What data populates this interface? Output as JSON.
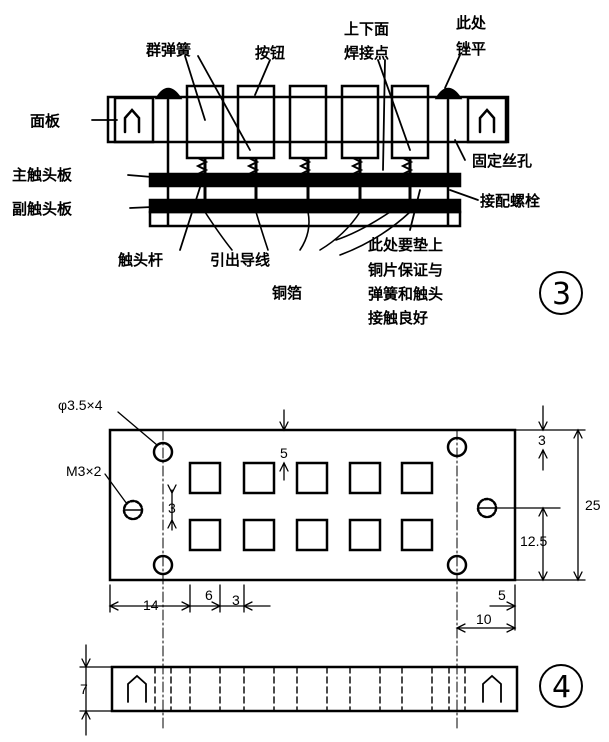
{
  "figure3": {
    "number": "3",
    "labels": {
      "panel": "面板",
      "group_springs": "群弹簧",
      "button": "按钮",
      "weld_top_bottom_line1": "上下面",
      "weld_top_bottom_line2": "焊接点",
      "file_flat_line1": "此处",
      "file_flat_line2": "锉平",
      "main_contact_board": "主触头板",
      "sub_contact_board": "副触头板",
      "fixing_hole": "固定丝孔",
      "fitting_bolt": "接配螺栓",
      "contact_rod": "触头杆",
      "lead_wire": "引出导线",
      "copper_foil": "铜箔",
      "note_line1": "此处要垫上",
      "note_line2": "铜片保证与",
      "note_line3": "弹簧和触头",
      "note_line4": "接触良好"
    }
  },
  "figure4": {
    "number": "4",
    "dims": {
      "hole_spec": "φ3.5×4",
      "screw_spec": "M3×2",
      "d5_top": "5",
      "d3_left": "3",
      "d3_right": "3",
      "d25": "25",
      "d12_5": "12.5",
      "d14": "14",
      "d6": "6",
      "d3_bottom": "3",
      "d5_bottom": "5",
      "d10": "10",
      "d7": "7"
    }
  }
}
